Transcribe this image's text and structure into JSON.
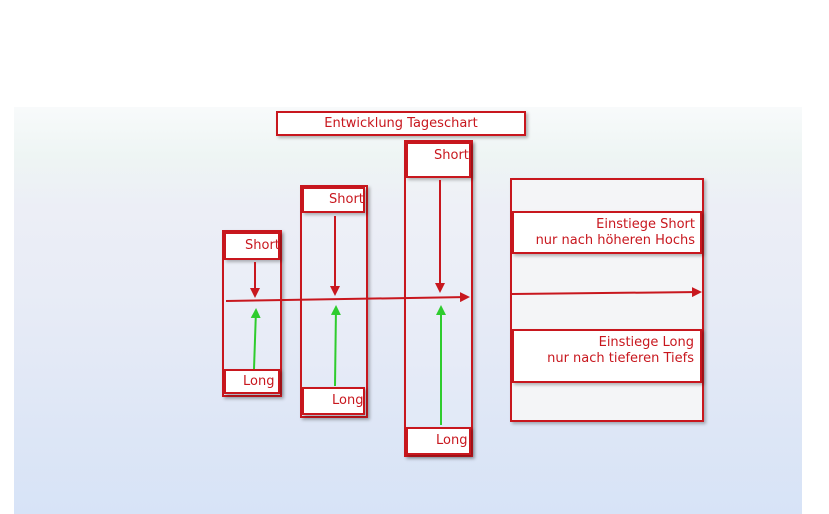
{
  "title": "Entwicklung Tageschart",
  "columns": [
    {
      "short_label": "Short",
      "long_label": "Long"
    },
    {
      "short_label": "Short",
      "long_label": "Long"
    },
    {
      "short_label": "Short",
      "long_label": "Long"
    }
  ],
  "legend": {
    "short_line1": "Einstiege Short",
    "short_line2": "nur nach höheren Hochs",
    "long_line1": "Einstiege Long",
    "long_line2": "nur nach tieferen Tiefs"
  },
  "colors": {
    "red": "#c8171e",
    "green": "#2ecc2e"
  }
}
